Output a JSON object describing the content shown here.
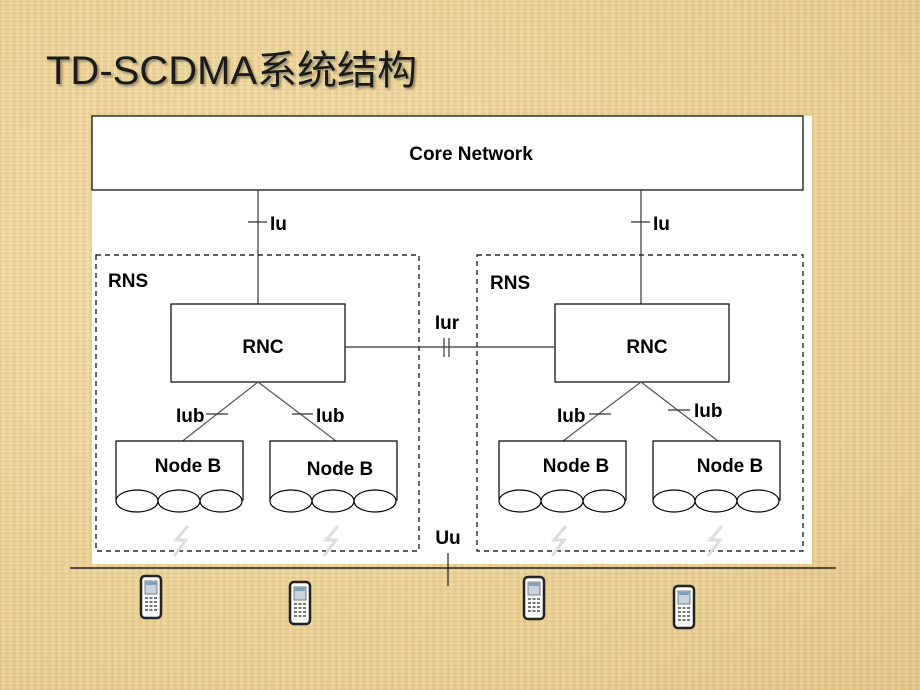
{
  "title": "TD-SCDMA系统结构",
  "core_network": "Core Network",
  "interfaces": {
    "iu_left": "Iu",
    "iu_right": "Iu",
    "iur": "Iur",
    "iub_1": "Iub",
    "iub_2": "Iub",
    "iub_3": "Iub",
    "iub_4": "Iub",
    "uu": "Uu"
  },
  "rns_left": {
    "label": "RNS",
    "rnc": "RNC",
    "node_b_1": "Node B",
    "node_b_2": "Node B"
  },
  "rns_right": {
    "label": "RNS",
    "rnc": "RNC",
    "node_b_1": "Node B",
    "node_b_2": "Node B"
  },
  "handset_icon": "mobile-phone-icon"
}
